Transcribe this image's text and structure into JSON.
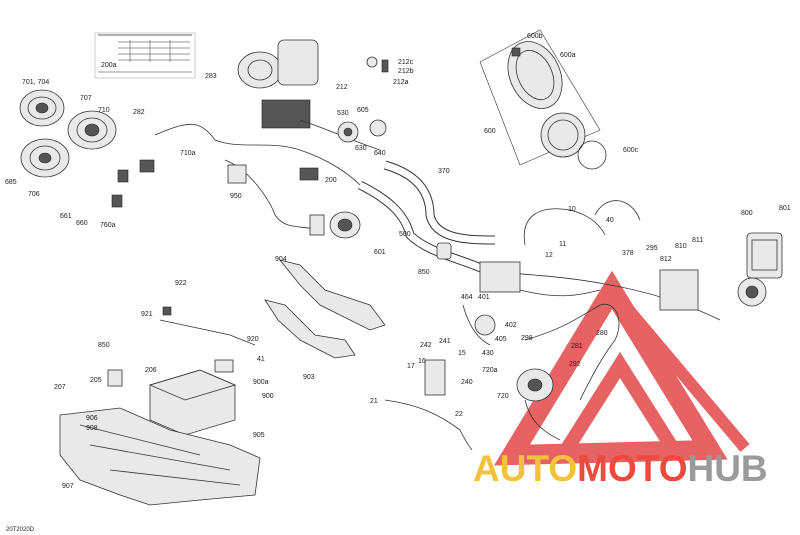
{
  "drawing_id": "20T2020D",
  "inset_label": "200a",
  "watermark": {
    "part1": "AUTO",
    "part2": "MOTO",
    "part3": "HUB"
  },
  "callouts": [
    {
      "id": "c701",
      "text": "701, 704"
    },
    {
      "id": "c707",
      "text": "707"
    },
    {
      "id": "c710",
      "text": "710"
    },
    {
      "id": "c685",
      "text": "685"
    },
    {
      "id": "c706",
      "text": "706"
    },
    {
      "id": "c661",
      "text": "661"
    },
    {
      "id": "c660",
      "text": "660"
    },
    {
      "id": "c760a",
      "text": "760a"
    },
    {
      "id": "c710a",
      "text": "710a"
    },
    {
      "id": "c282",
      "text": "282"
    },
    {
      "id": "c283",
      "text": "283"
    },
    {
      "id": "c212",
      "text": "212"
    },
    {
      "id": "c212c",
      "text": "212c"
    },
    {
      "id": "c212b",
      "text": "212b"
    },
    {
      "id": "c212a",
      "text": "212a"
    },
    {
      "id": "c530",
      "text": "530"
    },
    {
      "id": "c605",
      "text": "605"
    },
    {
      "id": "c630",
      "text": "630"
    },
    {
      "id": "c640",
      "text": "640"
    },
    {
      "id": "c950",
      "text": "950"
    },
    {
      "id": "c200",
      "text": "200"
    },
    {
      "id": "c370",
      "text": "370"
    },
    {
      "id": "c600b",
      "text": "600b"
    },
    {
      "id": "c600a",
      "text": "600a"
    },
    {
      "id": "c600",
      "text": "600"
    },
    {
      "id": "c600c",
      "text": "600c"
    },
    {
      "id": "c10",
      "text": "10"
    },
    {
      "id": "c40",
      "text": "40"
    },
    {
      "id": "c11",
      "text": "11"
    },
    {
      "id": "c12",
      "text": "12"
    },
    {
      "id": "c800",
      "text": "800"
    },
    {
      "id": "c801",
      "text": "801"
    },
    {
      "id": "c500",
      "text": "500"
    },
    {
      "id": "c601",
      "text": "601"
    },
    {
      "id": "c850",
      "text": "850"
    },
    {
      "id": "c378",
      "text": "378"
    },
    {
      "id": "c295",
      "text": "295"
    },
    {
      "id": "c810",
      "text": "810"
    },
    {
      "id": "c811",
      "text": "811"
    },
    {
      "id": "c812",
      "text": "812"
    },
    {
      "id": "c904",
      "text": "904"
    },
    {
      "id": "c922",
      "text": "922"
    },
    {
      "id": "c921",
      "text": "921"
    },
    {
      "id": "c920",
      "text": "920"
    },
    {
      "id": "c464",
      "text": "464"
    },
    {
      "id": "c401",
      "text": "401"
    },
    {
      "id": "c402",
      "text": "402"
    },
    {
      "id": "c405",
      "text": "405"
    },
    {
      "id": "c430",
      "text": "430"
    },
    {
      "id": "c280",
      "text": "280"
    },
    {
      "id": "c298",
      "text": "298"
    },
    {
      "id": "c281",
      "text": "281"
    },
    {
      "id": "c292",
      "text": "292"
    },
    {
      "id": "c903",
      "text": "903"
    },
    {
      "id": "c850b",
      "text": "850"
    },
    {
      "id": "c205",
      "text": "205"
    },
    {
      "id": "c206",
      "text": "206"
    },
    {
      "id": "c41",
      "text": "41"
    },
    {
      "id": "c900a",
      "text": "900a"
    },
    {
      "id": "c207",
      "text": "207"
    },
    {
      "id": "c900",
      "text": "900"
    },
    {
      "id": "c242",
      "text": "242"
    },
    {
      "id": "c241",
      "text": "241"
    },
    {
      "id": "c16",
      "text": "16"
    },
    {
      "id": "c17",
      "text": "17"
    },
    {
      "id": "c15",
      "text": "15"
    },
    {
      "id": "c240",
      "text": "240"
    },
    {
      "id": "c720a",
      "text": "720a"
    },
    {
      "id": "c720",
      "text": "720"
    },
    {
      "id": "c906",
      "text": "906"
    },
    {
      "id": "c908",
      "text": "908"
    },
    {
      "id": "c21",
      "text": "21"
    },
    {
      "id": "c22",
      "text": "22"
    },
    {
      "id": "c905",
      "text": "905"
    },
    {
      "id": "c907",
      "text": "907"
    }
  ]
}
